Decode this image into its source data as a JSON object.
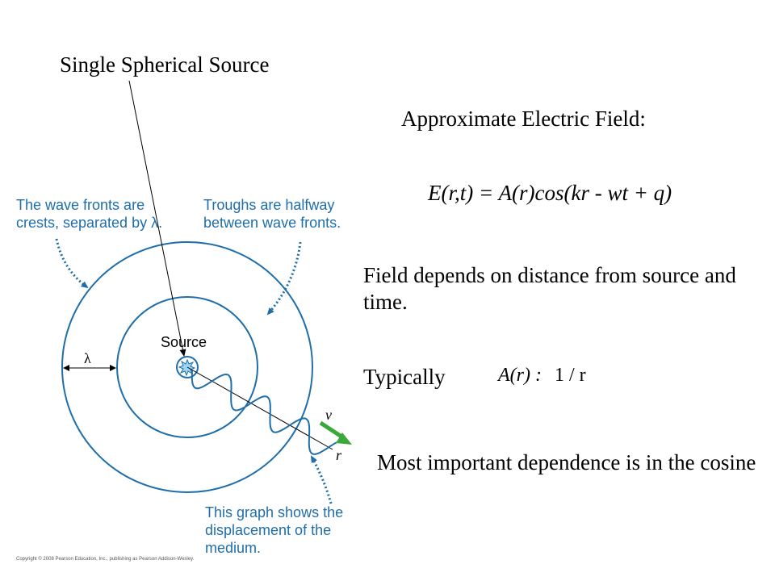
{
  "title": "Single Spherical Source",
  "field_heading": "Approximate Electric Field:",
  "equation": {
    "lhs": "E(r,t)",
    "eq": "=",
    "rhs": "A(r)cos(kr -  wt + q)"
  },
  "field_description": "Field depends on distance from source and time.",
  "typically": {
    "label": "Typically",
    "formula_left": "A(r) :",
    "formula_right": "1 / r"
  },
  "conclusion": "Most important dependence is in the cosine",
  "diagram": {
    "caption_wave_fronts": "The wave fronts are crests, separated by λ.",
    "caption_troughs": "Troughs are halfway between wave fronts.",
    "caption_graph": "This graph shows the displacement of the medium.",
    "source_label": "Source",
    "lambda_label": "λ",
    "v_label": "v",
    "r_label": "r",
    "copyright": "Copyright © 2008 Pearson Education, Inc., publishing as Pearson Addison-Wesley.",
    "colors": {
      "caption": "#1f6ea9",
      "arrow": "#3ba83a",
      "wave": "#1f6ea9"
    }
  }
}
